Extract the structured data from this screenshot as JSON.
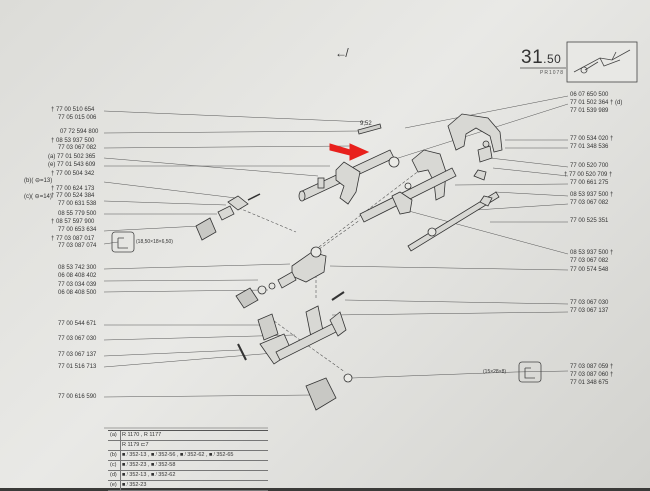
{
  "header": {
    "page_number": "31",
    "page_sub": ".50",
    "page_code": "PR1078",
    "top_symbol": "↚"
  },
  "left_refs": [
    {
      "text": "† 77 00 510 654"
    },
    {
      "text": "77 05 015 006"
    },
    {
      "text": "07 72 594 800"
    },
    {
      "text": "† 08 53 937 500"
    },
    {
      "text": "77 03 067 082"
    },
    {
      "text": "(a) 77 01 502 365"
    },
    {
      "text": "(e) 77 01 543 609"
    },
    {
      "text": "† 77 00 504 342"
    },
    {
      "text": "(b)( ⊖=13)"
    },
    {
      "text": "† 77 00 624 173"
    },
    {
      "text": "(c)( ⊖=14)"
    },
    {
      "text": "† 77 00 524 384"
    },
    {
      "text": "77 00 631 538"
    },
    {
      "text": "08 55 779 500"
    },
    {
      "text": "† 08 57 597 900"
    },
    {
      "text": "77 00 653 634"
    },
    {
      "text": "† 77 03 087 017"
    },
    {
      "text": "77 03 087 074"
    },
    {
      "text": "(18,50×18×6,50)"
    },
    {
      "text": "08 53 742 300"
    },
    {
      "text": "06 08 408 402"
    },
    {
      "text": "77 03 034 039"
    },
    {
      "text": "06 08 408 500"
    },
    {
      "text": "77 00 544 671"
    },
    {
      "text": "77 03 067 030"
    },
    {
      "text": "77 03 067 137"
    },
    {
      "text": "77 01 516 713"
    },
    {
      "text": "77 00 616 590"
    }
  ],
  "right_refs": [
    {
      "text": "06 07 650 500"
    },
    {
      "text": "77 01 502 364 † (d)"
    },
    {
      "text": "77 01 539 989"
    },
    {
      "text": "77 00 534 020 †"
    },
    {
      "text": "77 01 348 536"
    },
    {
      "text": "77 00 520 700"
    },
    {
      "text": "† 77 00 520 709 †"
    },
    {
      "text": "77 00 661 275"
    },
    {
      "text": "08 53 937 500 †"
    },
    {
      "text": "77 03 067 082"
    },
    {
      "text": "77 00 525 351"
    },
    {
      "text": "08 53 937 500 †"
    },
    {
      "text": "77 03 067 082"
    },
    {
      "text": "77 00 574 548"
    },
    {
      "text": "77 03 067 030"
    },
    {
      "text": "77 03 067 137"
    },
    {
      "text": "(15×28×8)"
    },
    {
      "text": "77 03 087 059 †"
    },
    {
      "text": "77 03 087 060 †"
    },
    {
      "text": "77 01 348 675"
    }
  ],
  "callout": {
    "text": "9,52"
  },
  "legend": {
    "rows": [
      {
        "key": "(a)",
        "value": "R 1170 , R 1177"
      },
      {
        "key": "",
        "value": "R 1179 ⊏7"
      },
      {
        "key": "(b)",
        "value": "■.ᴵ 352-13 , ■.ᴵ 352-56 , ■.ᴵ 352-62 , ■.ᴵ 352-65"
      },
      {
        "key": "(c)",
        "value": "■.ᴵ 352-23 , ■.ᴵ 352-58"
      },
      {
        "key": "(d)",
        "value": "■.ᴵ 352-13 , ■.ᴵ 352-62"
      },
      {
        "key": "(e)",
        "value": "■.ᴵ 352-23"
      }
    ]
  },
  "colors": {
    "paper": "#e2e2df",
    "ink": "#333333",
    "arrow": "#e8201c"
  }
}
